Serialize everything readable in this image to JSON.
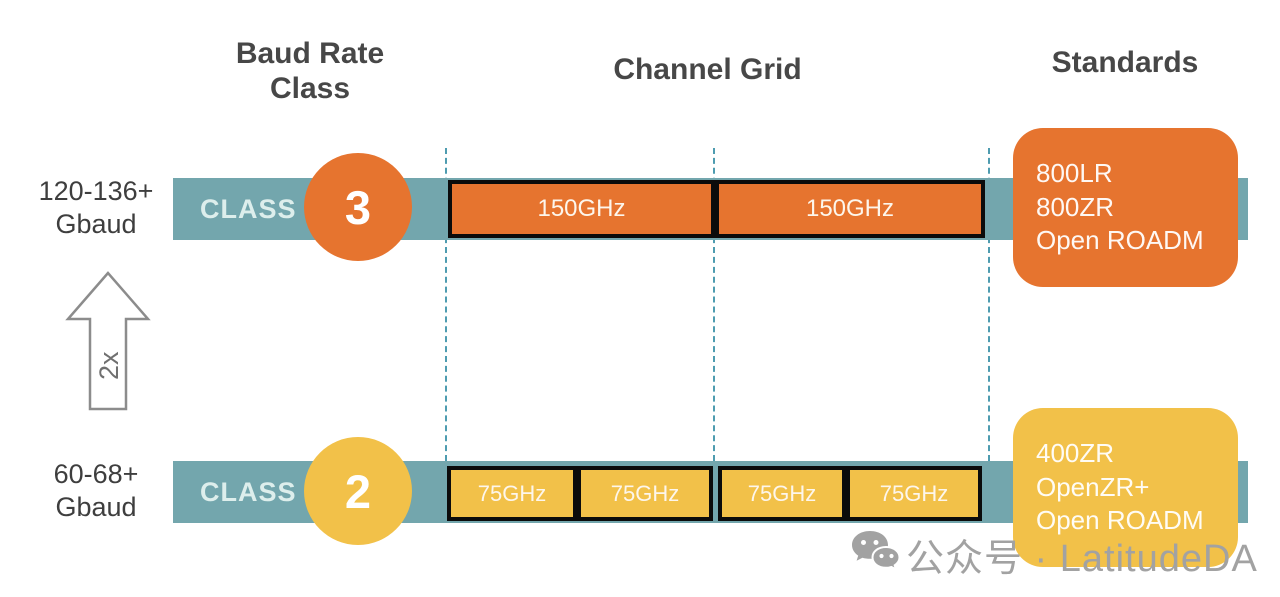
{
  "headers": {
    "baud_rate_class": "Baud Rate\nClass",
    "channel_grid": "Channel Grid",
    "standards": "Standards"
  },
  "rows": [
    {
      "baud_label": "120-136+\nGbaud",
      "class_word": "CLASS",
      "class_number": "3",
      "channels": [
        "150GHz",
        "150GHz"
      ],
      "standards": "800LR\n800ZR\nOpen ROADM"
    },
    {
      "baud_label": "60-68+\nGbaud",
      "class_word": "CLASS",
      "class_number": "2",
      "channels": [
        "75GHz",
        "75GHz",
        "75GHz",
        "75GHz"
      ],
      "standards": "400ZR\nOpenZR+\nOpen ROADM"
    }
  ],
  "arrow": {
    "label": "2x"
  },
  "watermark": {
    "text": "公众号 · LatitudeDA",
    "icon": "wechat-icon"
  },
  "colors": {
    "teal_bar": "#73a6ad",
    "orange": "#e6742f",
    "yellow": "#f2c149",
    "dashed_line": "#4e9cb0",
    "header_text": "#474747",
    "watermark_gray": "#a2a2a2"
  }
}
